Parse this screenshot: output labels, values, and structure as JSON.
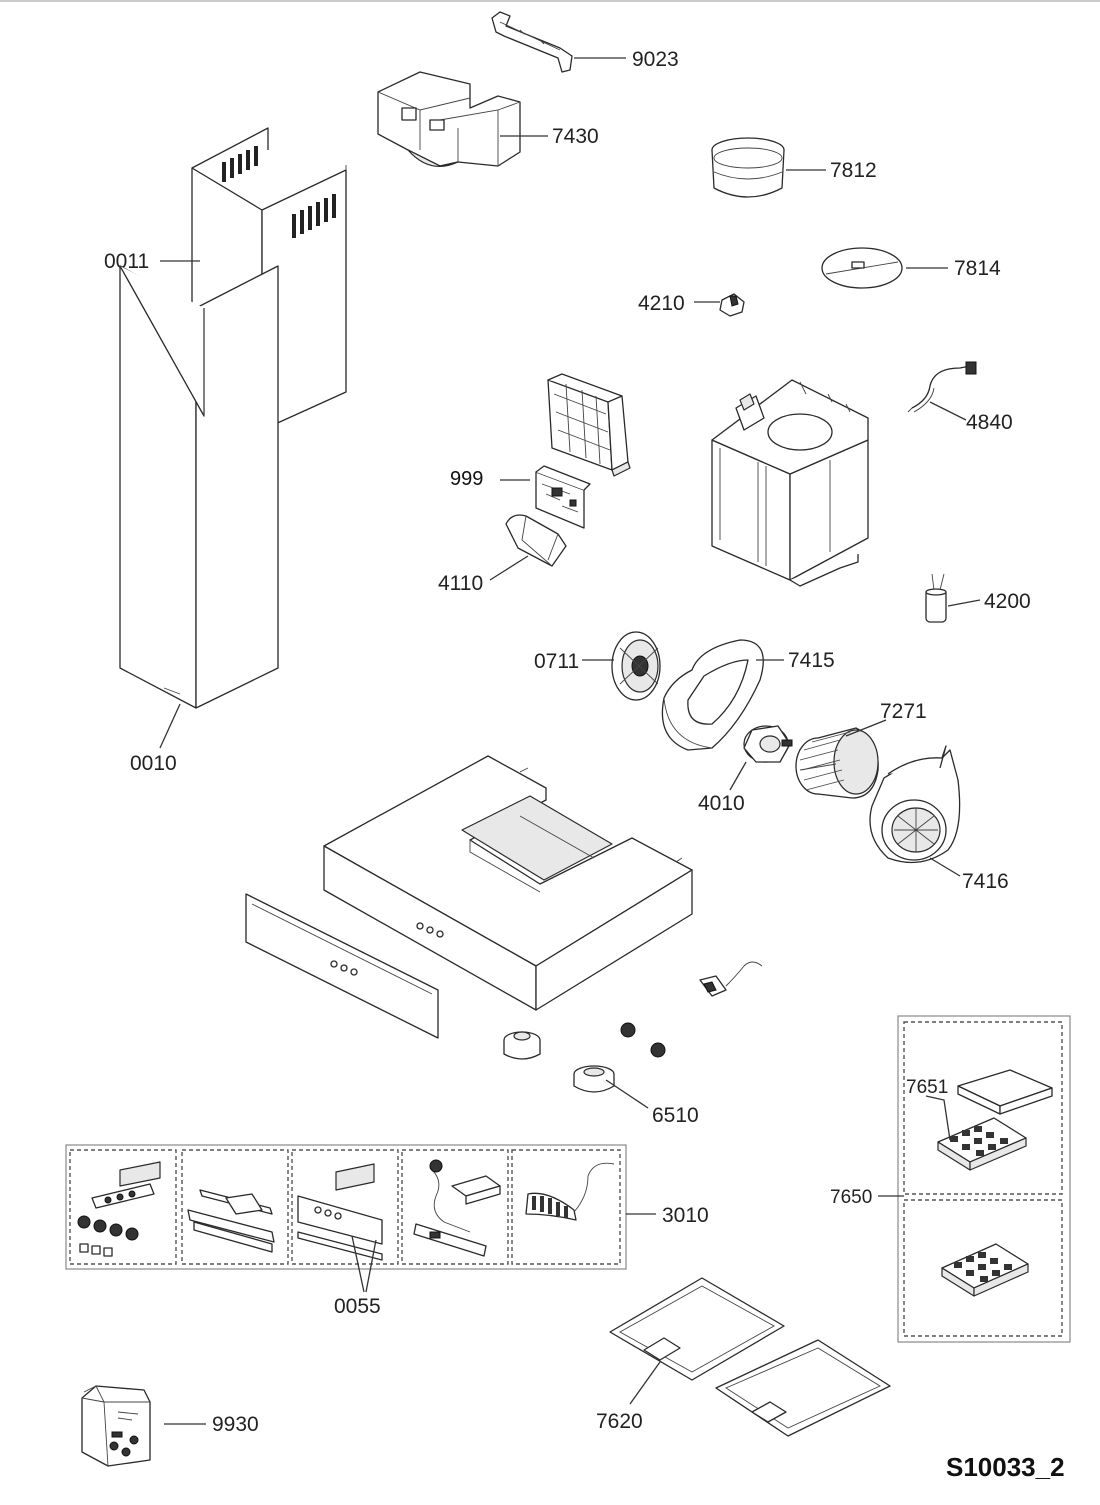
{
  "drawing_id": "S10033_2",
  "callouts": {
    "c9023": "9023",
    "c7430": "7430",
    "c7812": "7812",
    "c0011": "0011",
    "c7814": "7814",
    "c4210": "4210",
    "c4840": "4840",
    "c999": "999",
    "c4110": "4110",
    "c4200": "4200",
    "c0711": "0711",
    "c7415": "7415",
    "c7271": "7271",
    "c0010": "0010",
    "c4010": "4010",
    "c7416": "7416",
    "c6510": "6510",
    "c7651": "7651",
    "c3010": "3010",
    "c7650": "7650",
    "c0055": "0055",
    "c9930": "9930",
    "c7620": "7620"
  }
}
